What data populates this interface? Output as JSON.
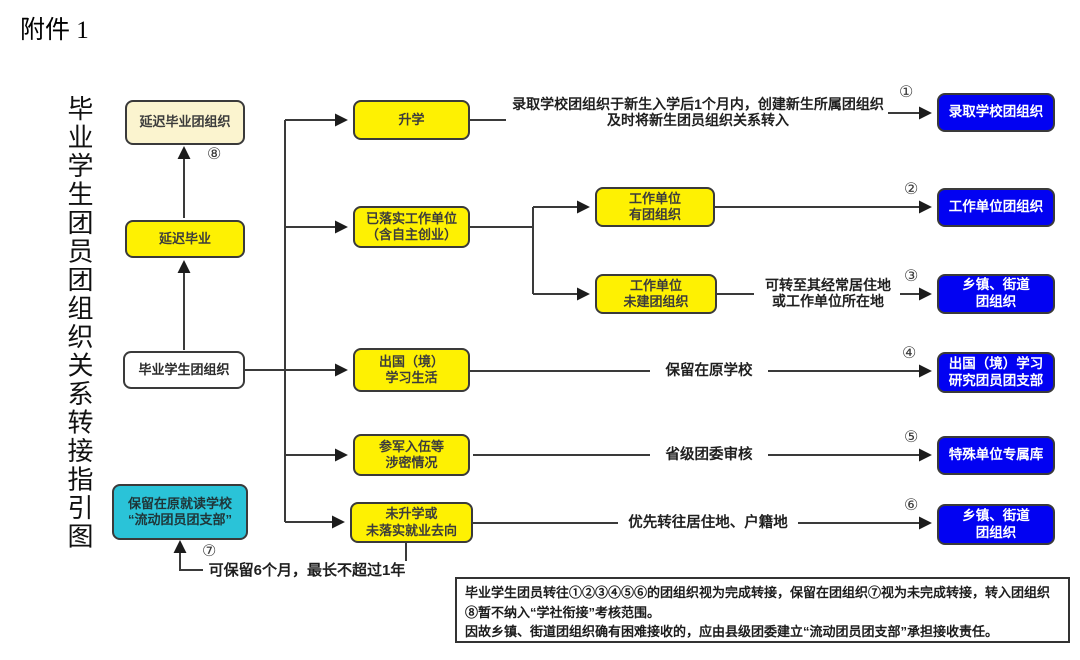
{
  "title": {
    "attachment": "附件 1",
    "vertical": "毕业学生团员团组织关系转接指引图"
  },
  "left": {
    "source": "毕业学生团组织",
    "delay": "延迟毕业",
    "delay_org": "延迟毕业团组织",
    "delay_org_num": "⑧",
    "floating_org": "保留在原就读学校\n“流动团员团支部”",
    "floating_num": "⑦",
    "retain_note": "可保留6个月，最长不超过1年"
  },
  "branches": {
    "study": "升学",
    "study_note": "录取学校团组织于新生入学后1个月内，创建新生所属团组织\n及时将新生团员组织关系转入",
    "study_num": "①",
    "study_target": "录取学校团组织",
    "work": "已落实工作单位\n（含自主创业）",
    "work_has_org": "工作单位\n有团组织",
    "work_has_num": "②",
    "work_has_target": "工作单位团组织",
    "work_no_org": "工作单位\n未建团组织",
    "work_no_note": "可转至其经常居住地\n或工作单位所在地",
    "work_no_num": "③",
    "work_no_target": "乡镇、街道\n团组织",
    "abroad": "出国（境）\n学习生活",
    "abroad_note": "保留在原学校",
    "abroad_num": "④",
    "abroad_target": "出国（境）学习\n研究团员团支部",
    "army": "参军入伍等\n涉密情况",
    "army_note": "省级团委审核",
    "army_num": "⑤",
    "army_target": "特殊单位专属库",
    "none": "未升学或\n未落实就业去向",
    "none_note": "优先转往居住地、户籍地",
    "none_num": "⑥",
    "none_target": "乡镇、街道\n团组织"
  },
  "footnote": "毕业学生团员转往①②③④⑤⑥的团组织视为完成转接，保留在团组织⑦视为未完成转接，转入团组织⑧暂不纳入“学社衔接”考核范围。\n因故乡镇、街道团组织确有困难接收的，应由县级团委建立“流动团员团支部”承担接收责任。",
  "colors": {
    "yellow": "#fef102",
    "cream": "#fbf4cf",
    "blue": "#0202f2",
    "teal": "#2ac3d8",
    "border": "#3a3a3a"
  }
}
